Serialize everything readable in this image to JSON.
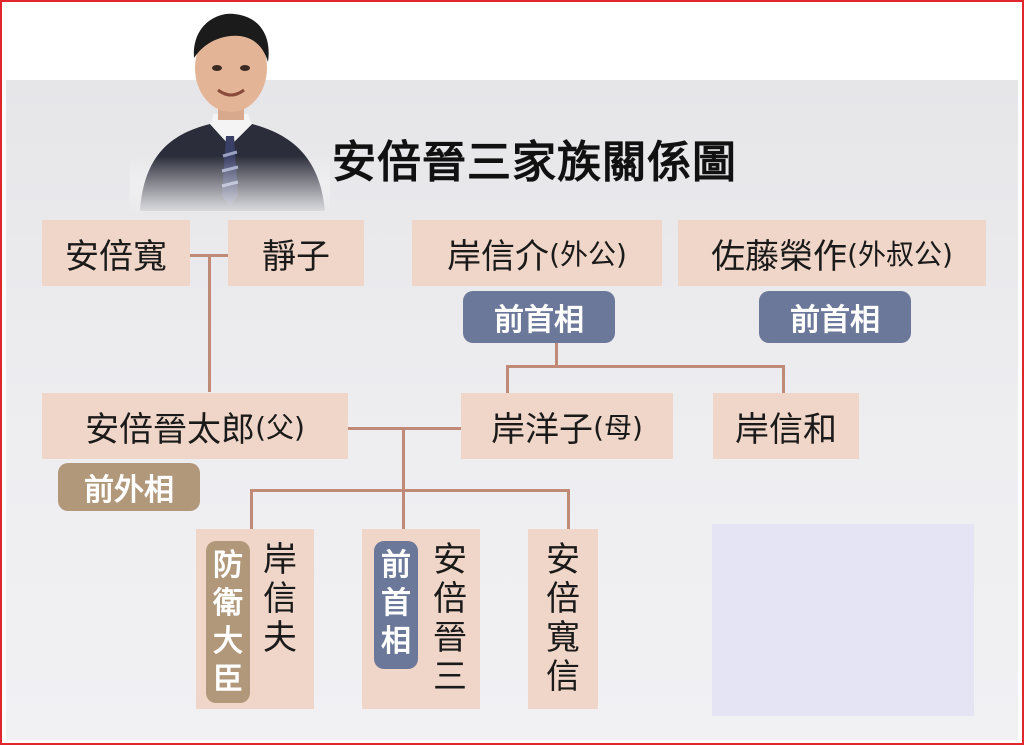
{
  "title": "安倍晉三家族關係圖",
  "members": {
    "abe_kan": "安倍寬",
    "shizuko": "靜子",
    "kishi_nobusuke": "岸信介",
    "kishi_nobusuke_rel": "(外公)",
    "sato_eisaku": "佐藤榮作",
    "sato_eisaku_rel": "(外叔公)",
    "abe_shintaro": "安倍晉太郎",
    "abe_shintaro_rel": "(父)",
    "kishi_yoko": "岸洋子",
    "kishi_yoko_rel": "(母)",
    "kishi_nobukazu": "岸信和",
    "kishi_nobuo": "岸信夫",
    "abe_shinzo": "安倍晉三",
    "abe_hironobu": "安倍寬信"
  },
  "tags": {
    "kishi_nobusuke": "前首相",
    "sato_eisaku": "前首相",
    "abe_shintaro": "前外相",
    "kishi_nobuo": "防衛大臣",
    "abe_shinzo": "前首相"
  },
  "colors": {
    "box": "#f0d6c8",
    "connector": "#c08a76",
    "tag_blue": "#6c7899",
    "tag_brown": "#b2987b",
    "frame": "#e0262c"
  }
}
